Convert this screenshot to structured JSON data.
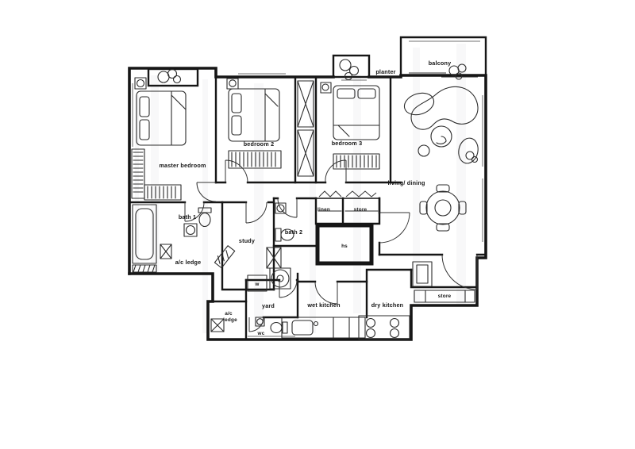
{
  "colors": {
    "ink": "#161616",
    "paper": "#ffffff"
  },
  "rooms": {
    "master_bedroom": "master bedroom",
    "bedroom2": "bedroom 2",
    "bedroom3": "bedroom 3",
    "balcony": "balcony",
    "planter": "planter",
    "living_dining": "living/ dining",
    "bath1": "bath 1",
    "bath2": "bath 2",
    "study": "study",
    "linen": "linen",
    "store_hall": "store",
    "hs": "hs",
    "ac_ledge_left": "a/c ledge",
    "washer": "w",
    "yard": "yard",
    "wet_kitchen": "wet kitchen",
    "dry_kitchen": "dry kitchen",
    "ac_bottom_line1": "a/c",
    "ac_bottom_line2": "ledge",
    "wc": "wc",
    "store_kitchen": "store"
  }
}
